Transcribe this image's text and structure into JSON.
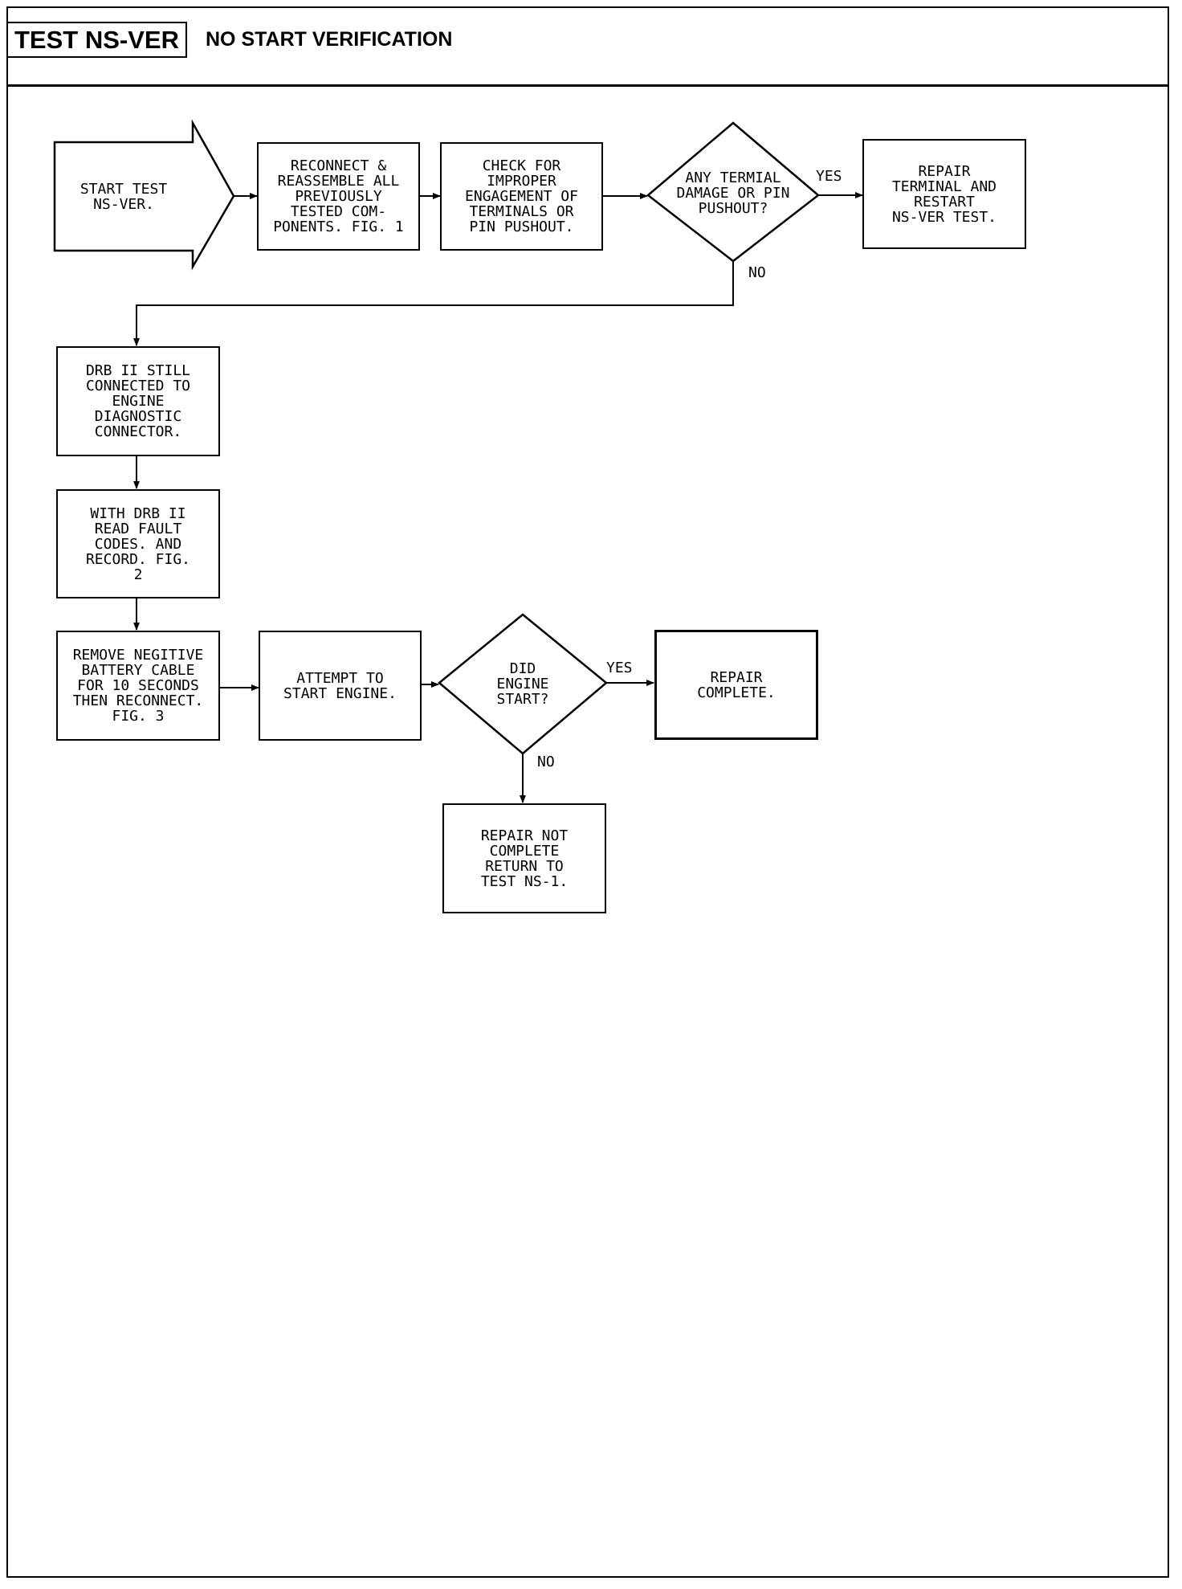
{
  "header": {
    "test_id": "TEST NS-VER",
    "title": "NO START VERIFICATION"
  },
  "flowchart": {
    "nodes": {
      "start": "START TEST\nNS-VER.",
      "reconnect": "RECONNECT &\nREASSEMBLE ALL\nPREVIOUSLY\nTESTED COM-\nPONENTS. FIG. 1",
      "check": "CHECK FOR\nIMPROPER\nENGAGEMENT OF\nTERMINALS OR\nPIN PUSHOUT.",
      "terminal_decision": "ANY TERMIAL\nDAMAGE OR PIN\nPUSHOUT?",
      "repair_terminal": "REPAIR\nTERMINAL AND\nRESTART\nNS-VER TEST.",
      "drb_connected": "DRB II STILL\nCONNECTED TO\nENGINE\nDIAGNOSTIC\nCONNECTOR.",
      "read_codes": "WITH DRB II\nREAD FAULT\nCODES. AND\nRECORD. FIG.\n2",
      "remove_cable": "REMOVE NEGITIVE\nBATTERY CABLE\nFOR 10 SECONDS\nTHEN RECONNECT.\nFIG. 3",
      "attempt_start": "ATTEMPT TO\nSTART ENGINE.",
      "start_decision": "DID\nENGINE\nSTART?",
      "repair_complete": "REPAIR\nCOMPLETE.",
      "repair_not_complete": "REPAIR NOT\nCOMPLETE\nRETURN TO\nTEST NS-1."
    },
    "labels": {
      "yes_1": "YES",
      "no_1": "NO",
      "yes_2": "YES",
      "no_2": "NO"
    }
  }
}
